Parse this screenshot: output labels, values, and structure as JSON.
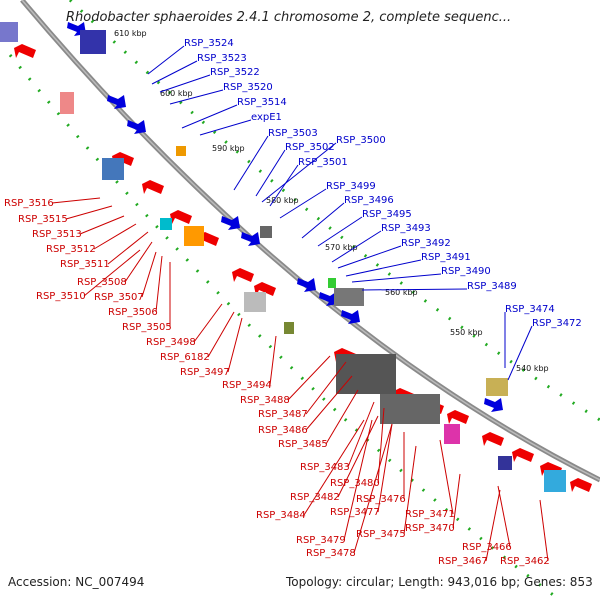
{
  "title": "Rhodobacter sphaeroides 2.4.1 chromosome 2, complete sequenc...",
  "footer": {
    "accession": "Accession: NC_007494",
    "summary": "Topology: circular; Length: 943,016 bp; Genes: 853"
  },
  "colors": {
    "forward": "#0000dd",
    "reverse": "#ee0000",
    "label_forward": "#0000cc",
    "label_reverse": "#cc0000",
    "backbone": "#888888",
    "tick": "#22aa22",
    "grey_feature": "#666666"
  },
  "scale_labels": [
    "610 kbp",
    "600 kbp",
    "590 kbp",
    "580 kbp",
    "570 kbp",
    "560 kbp",
    "550 kbp",
    "540 kbp"
  ],
  "forward_labels": [
    "RSP_3524",
    "RSP_3523",
    "RSP_3522",
    "RSP_3520",
    "RSP_3514",
    "expE1",
    "RSP_3503",
    "RSP_3502",
    "RSP_3500",
    "RSP_3501",
    "RSP_3499",
    "RSP_3496",
    "RSP_3495",
    "RSP_3493",
    "RSP_3492",
    "RSP_3491",
    "RSP_3490",
    "RSP_3489",
    "RSP_3474",
    "RSP_3472"
  ],
  "reverse_labels": [
    "RSP_3516",
    "RSP_3515",
    "RSP_3513",
    "RSP_3512",
    "RSP_3511",
    "RSP_3508",
    "RSP_3510",
    "RSP_3507",
    "RSP_3506",
    "RSP_3505",
    "RSP_3498",
    "RSP_6182",
    "RSP_3497",
    "RSP_3494",
    "RSP_3488",
    "RSP_3487",
    "RSP_3486",
    "RSP_3485",
    "RSP_3483",
    "RSP_3480",
    "RSP_3482",
    "RSP_3484",
    "RSP_3477",
    "RSP_3476",
    "RSP_3471",
    "RSP_3479",
    "RSP_3475",
    "RSP_3470",
    "RSP_3478",
    "RSP_3466",
    "RSP_3467",
    "RSP_3462"
  ]
}
